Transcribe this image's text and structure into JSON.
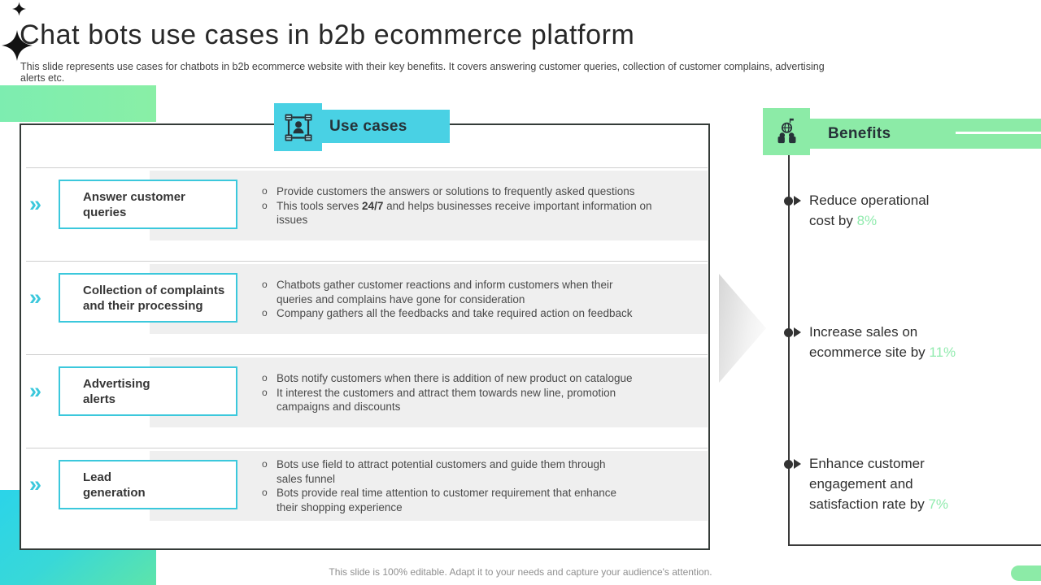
{
  "slide": {
    "title": "Chat bots use cases in b2b ecommerce platform",
    "subtitle": "This slide represents use cases for chatbots in b2b ecommerce website with their key benefits. It covers answering customer queries, collection of customer complains, advertising alerts etc.",
    "footer": "This slide is 100% editable. Adapt it to your needs and capture your audience's attention."
  },
  "icons": {
    "chevron": "»",
    "bullet": "o"
  },
  "use_cases": {
    "header": "Use cases",
    "items": [
      {
        "label": "Answer customer\nqueries",
        "bullets": [
          {
            "text": "Provide customers the answers or solutions to frequently asked questions"
          },
          {
            "parts": [
              "This tools serves ",
              "24/7",
              " and helps businesses receive important information on\nissues"
            ]
          }
        ]
      },
      {
        "label": "Collection of complaints\nand their processing",
        "bullets": [
          {
            "text": "Chatbots gather customer reactions and inform customers when their\nqueries and complains have gone for consideration"
          },
          {
            "text": "Company gathers all the feedbacks and take required action on feedback"
          }
        ]
      },
      {
        "label": "Advertising\nalerts",
        "bullets": [
          {
            "text": "Bots notify customers when there is addition of new product on catalogue"
          },
          {
            "text": "It interest the customers and attract them towards new line, promotion\ncampaigns and discounts"
          }
        ]
      },
      {
        "label": "Lead\ngeneration",
        "bullets": [
          {
            "text": "Bots use field to attract potential customers and guide them through\nsales funnel"
          },
          {
            "text": "Bots provide real time attention to customer requirement that enhance\ntheir shopping experience"
          }
        ]
      }
    ]
  },
  "benefits": {
    "header": "Benefits",
    "items": [
      {
        "text": "Reduce operational\ncost by ",
        "highlight": "8%"
      },
      {
        "text": "Increase sales on\necommerce site by ",
        "highlight": "11%"
      },
      {
        "text": "Enhance customer\nengagement and\nsatisfaction rate by ",
        "highlight": "7%"
      }
    ]
  },
  "colors": {
    "cyan": "#49d1e4",
    "cyan_border": "#3bc8dc",
    "green": "#8ceba7",
    "green_highlight": "#92ebaf",
    "stripe_gray": "#efefef",
    "dark_text": "#2f2f2f"
  }
}
